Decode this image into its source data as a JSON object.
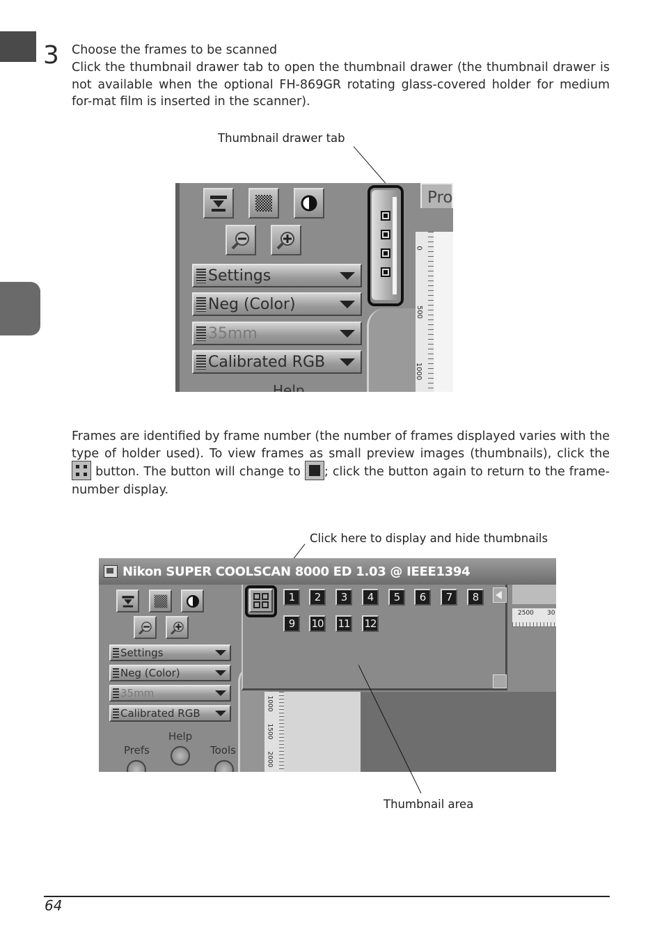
{
  "step": {
    "number": "3",
    "heading": "Choose the frames to be scanned",
    "body": "Click the thumbnail drawer tab to open the thumbnail drawer (the thumbnail drawer is not available when the optional FH-869GR rotating glass-covered holder for medium for-mat film is inserted in the scanner)."
  },
  "figure1": {
    "callout": "Thumbnail drawer tab",
    "dropdowns": [
      "Settings",
      "Neg (Color)",
      "35mm",
      "Calibrated RGB"
    ],
    "side_tab": "Pro",
    "ruler_labels": [
      "0",
      "500",
      "1000"
    ],
    "bottom_label": "Help"
  },
  "paragraph2": {
    "part1": "Frames are identified by frame number (the number of frames displayed varies with the type of holder used).  To view frames as small preview images (thumbnails), click the",
    "part2": "button.  The button will change to",
    "part3": "; click the button again to return to the frame-number display."
  },
  "figure2": {
    "callout_top": "Click here to display and hide thumbnails",
    "callout_bottom": "Thumbnail area",
    "title": "Nikon SUPER COOLSCAN 8000 ED 1.03 @ IEEE1394",
    "dropdowns": [
      "Settings",
      "Neg (Color)",
      "35mm",
      "Calibrated RGB"
    ],
    "frames": [
      "1",
      "2",
      "3",
      "4",
      "5",
      "6",
      "7",
      "8",
      "9",
      "10",
      "11",
      "12"
    ],
    "buttons": {
      "prefs": "Prefs",
      "help": "Help",
      "tools": "Tools"
    },
    "ruler_top": [
      "2500",
      "30"
    ],
    "ruler_side": [
      "1000",
      "1500",
      "2000"
    ]
  },
  "page_number": "64"
}
